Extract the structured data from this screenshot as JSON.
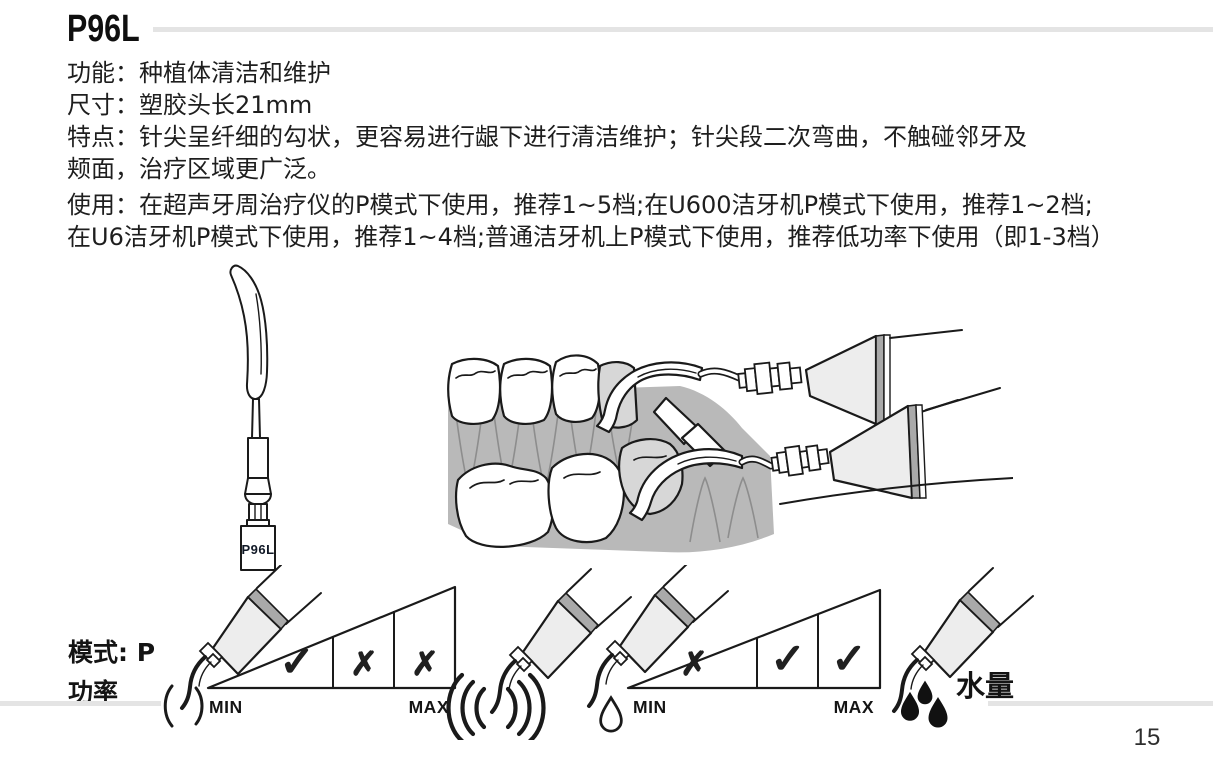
{
  "page": {
    "title": "P96L",
    "page_number": "15"
  },
  "spec": {
    "lines": [
      "功能：种植体清洁和维护",
      "尺寸：塑胶头长21mm",
      "特点：针尖呈纤细的勾状，更容易进行龈下进行清洁维护；针尖段二次弯曲，不触碰邻牙及",
      "颊面，治疗区域更广泛。",
      "使用：在超声牙周治疗仪的P模式下使用，推荐1~5档;在U600洁牙机P模式下使用，推荐1~2档;",
      "在U6洁牙机P模式下使用，推荐1~4档;普通洁牙机上P模式下使用，推荐低功率下使用（即1-3档）"
    ]
  },
  "tip": {
    "label": "P96L"
  },
  "legend": {
    "mode_label": "模式: P",
    "power_label": "功率",
    "water_label": "水量"
  },
  "power_chart": {
    "min": "MIN",
    "max": "MAX",
    "cells": [
      "✓",
      "✗",
      "✗"
    ]
  },
  "water_chart": {
    "min": "MIN",
    "max": "MAX",
    "cells": [
      "✗",
      "✓",
      "✓"
    ]
  },
  "colors": {
    "rule_gray": "#e4e4e4",
    "gum_gray": "#b9b9b9",
    "ink": "#1a1a1a"
  }
}
